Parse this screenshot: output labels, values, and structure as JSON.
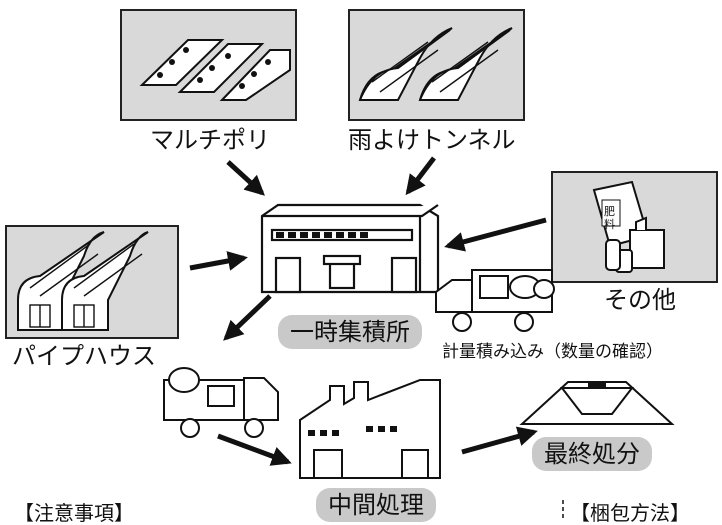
{
  "labels": {
    "mulch": "マルチポリ",
    "tunnel": "雨よけトンネル",
    "pipe_house": "パイプハウス",
    "other": "その他",
    "temp_storage": "一時集積所",
    "weighing": "計量積み込み（数量の確認）",
    "intermediate": "中間処理",
    "final": "最終処分",
    "fertilizer_bag": "肥料"
  },
  "notes": {
    "caution": "【注意事項】",
    "packing": "【梱包方法】"
  }
}
